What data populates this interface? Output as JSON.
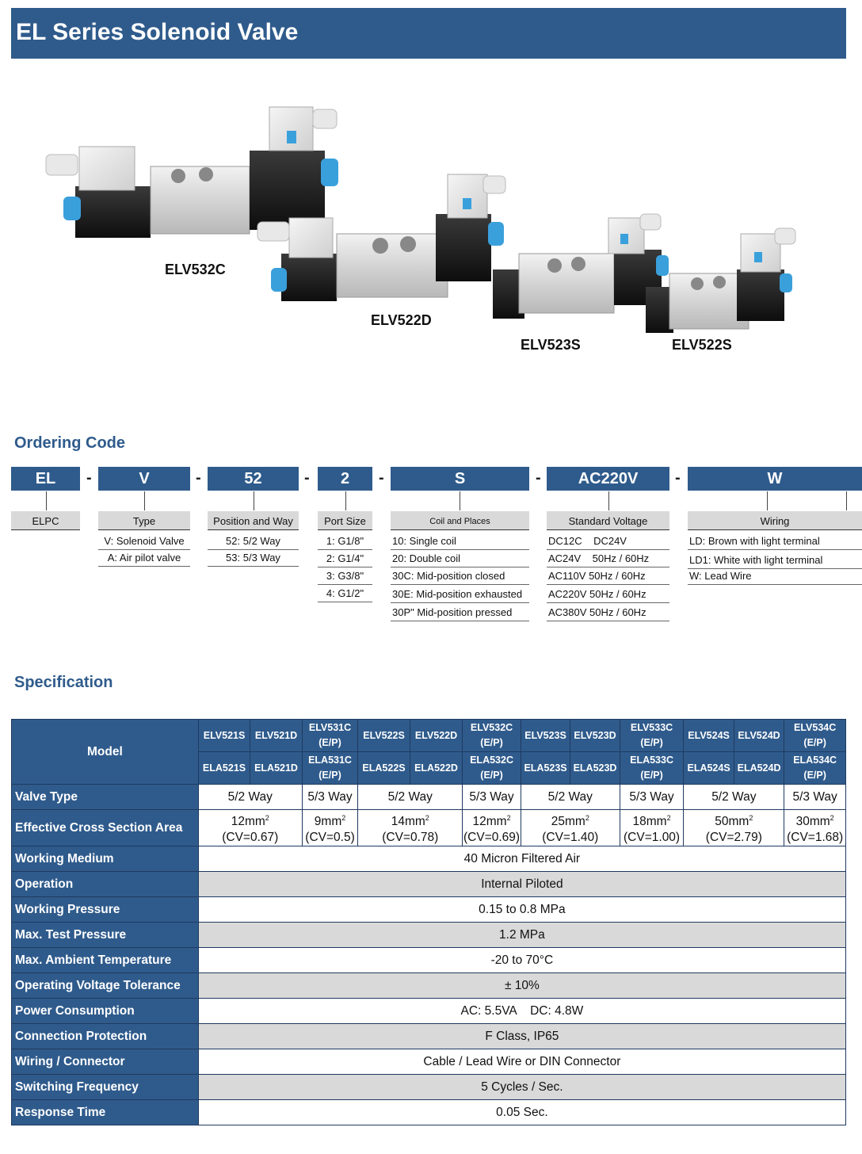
{
  "title": "EL Series Solenoid Valve",
  "product_images": [
    {
      "label": "ELV532C"
    },
    {
      "label": "ELV522D"
    },
    {
      "label": "ELV523S"
    },
    {
      "label": "ELV522S"
    }
  ],
  "ordering_code": {
    "heading": "Ordering Code",
    "segments": [
      {
        "code": "EL",
        "header": "ELPC",
        "items": []
      },
      {
        "code": "V",
        "header": "Type",
        "items": [
          "V: Solenoid Valve",
          "A: Air pilot valve"
        ]
      },
      {
        "code": "52",
        "header": "Position and Way",
        "items": [
          "52: 5/2 Way",
          "53: 5/3 Way"
        ]
      },
      {
        "code": "2",
        "header": "Port Size",
        "items": [
          "1: G1/8\"",
          "2: G1/4\"",
          "3: G3/8\"",
          "4: G1/2\""
        ]
      },
      {
        "code": "S",
        "header": "Coil and Places",
        "items": [
          "10: Single coil",
          "20: Double coil",
          "30C: Mid-position closed",
          "30E: Mid-position exhausted",
          "30P\" Mid-position pressed"
        ]
      },
      {
        "code": "AC220V",
        "header": "Standard Voltage",
        "items": [
          "DC12C    DC24V",
          "AC24V    50Hz / 60Hz",
          "AC110V 50Hz / 60Hz",
          "AC220V 50Hz / 60Hz",
          "AC380V 50Hz / 60Hz"
        ]
      },
      {
        "code": "W",
        "header": "Wiring",
        "items": [
          "LD: Brown with light terminal",
          "LD1: White with light terminal",
          "W: Lead Wire"
        ]
      }
    ],
    "dash": "-"
  },
  "specification": {
    "heading": "Specification",
    "model_label": "Model",
    "models_row1": [
      "ELV521S",
      "ELV521D",
      "ELV531C|(E/P)",
      "ELV522S",
      "ELV522D",
      "ELV532C|(E/P)",
      "ELV523S",
      "ELV523D",
      "ELV533C|(E/P)",
      "ELV524S",
      "ELV524D",
      "ELV534C|(E/P)"
    ],
    "models_row2": [
      "ELA521S",
      "ELA521D",
      "ELA531C|(E/P)",
      "ELA522S",
      "ELA522D",
      "ELA532C|(E/P)",
      "ELA523S",
      "ELA523D",
      "ELA533C|(E/P)",
      "ELA524S",
      "ELA524D",
      "ELA534C|(E/P)"
    ],
    "valve_type_label": "Valve Type",
    "valve_types": [
      "5/2 Way",
      "5/3 Way",
      "5/2 Way",
      "5/3 Way",
      "5/2 Way",
      "5/3 Way",
      "5/2 Way",
      "5/3 Way"
    ],
    "area_label": "Effective Cross Section Area",
    "areas": [
      {
        "area": "12mm",
        "cv": "(CV=0.67)"
      },
      {
        "area": "9mm",
        "cv": "(CV=0.5)"
      },
      {
        "area": "14mm",
        "cv": "(CV=0.78)"
      },
      {
        "area": "12mm",
        "cv": "(CV=0.69)"
      },
      {
        "area": "25mm",
        "cv": "(CV=1.40)"
      },
      {
        "area": "18mm",
        "cv": "(CV=1.00)"
      },
      {
        "area": "50mm",
        "cv": "(CV=2.79)"
      },
      {
        "area": "30mm",
        "cv": "(CV=1.68)"
      }
    ],
    "area_unit_sup": "2",
    "rows": [
      {
        "label": "Working Medium",
        "value": "40 Micron Filtered Air"
      },
      {
        "label": "Operation",
        "value": "Internal Piloted"
      },
      {
        "label": "Working Pressure",
        "value": "0.15 to 0.8 MPa"
      },
      {
        "label": "Max. Test Pressure",
        "value": "1.2 MPa"
      },
      {
        "label": "Max. Ambient Temperature",
        "value": "-20 to 70°C"
      },
      {
        "label": "Operating Voltage Tolerance",
        "value": "± 10%"
      },
      {
        "label": "Power Consumption",
        "value": "AC: 5.5VA    DC: 4.8W"
      },
      {
        "label": "Connection Protection",
        "value": "F Class, IP65"
      },
      {
        "label": "Wiring / Connector",
        "value": "Cable / Lead Wire or DIN Connector"
      },
      {
        "label": "Switching Frequency",
        "value": "5 Cycles / Sec."
      },
      {
        "label": "Response Time",
        "value": "0.05 Sec."
      }
    ]
  },
  "colors": {
    "brand_blue": "#2f5b8c",
    "header_grey": "#d9d9d9",
    "connector_blue": "#3aa0dc"
  }
}
